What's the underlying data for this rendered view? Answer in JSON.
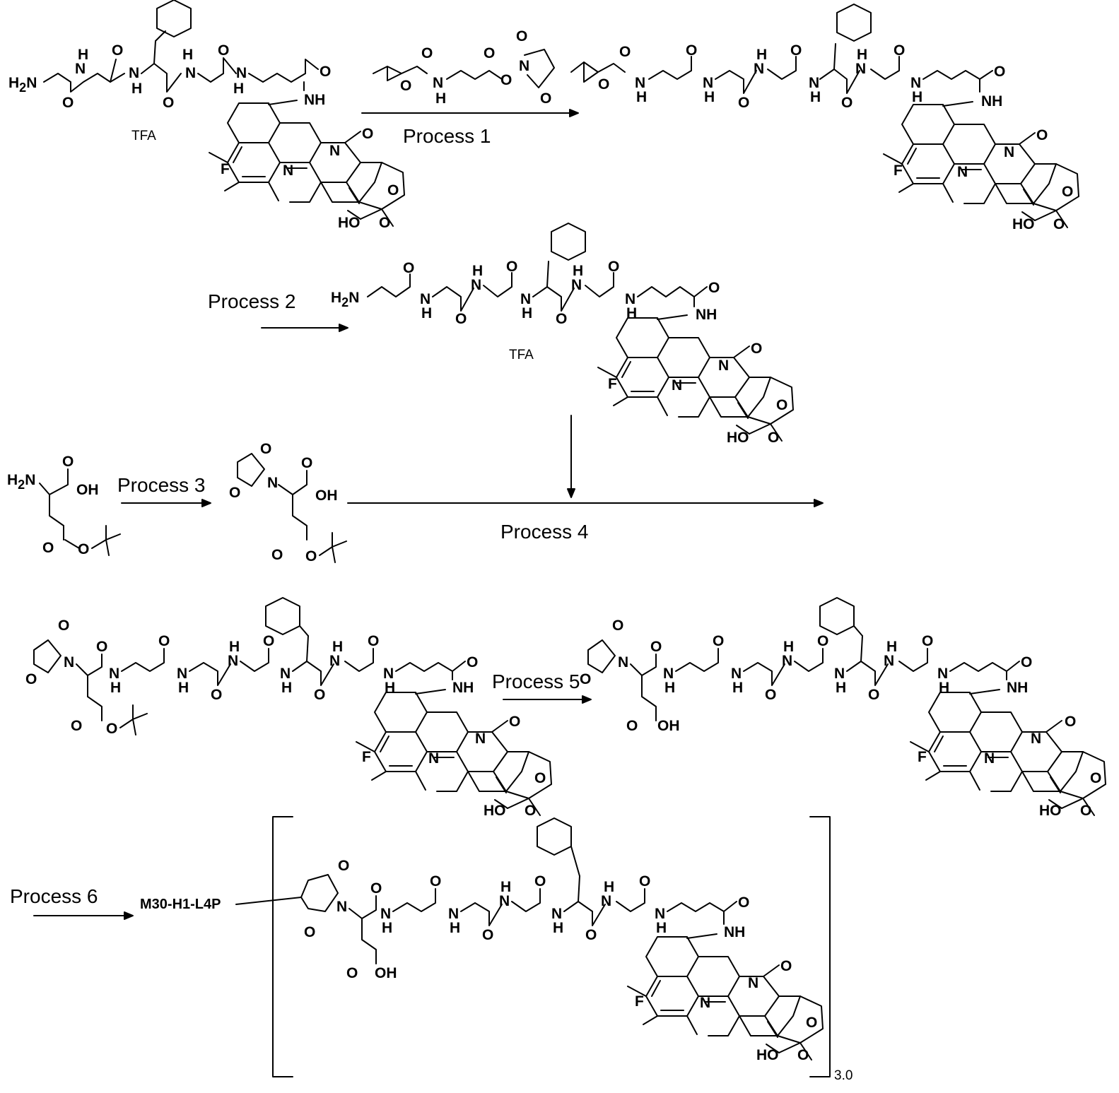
{
  "scheme": {
    "processes": [
      "Process 1",
      "Process 2",
      "Process 3",
      "Process 4",
      "Process 5",
      "Process 6"
    ],
    "salt_label": "TFA",
    "antibody_label": "M30-H1-L4P",
    "bracket_subscript": "3.0",
    "atoms": {
      "h2n": "H₂N",
      "nh": "NH",
      "n": "N",
      "h": "H",
      "o": "O",
      "f": "F",
      "ho": "HO",
      "oh": "OH",
      "hn_amide": "NH"
    }
  }
}
